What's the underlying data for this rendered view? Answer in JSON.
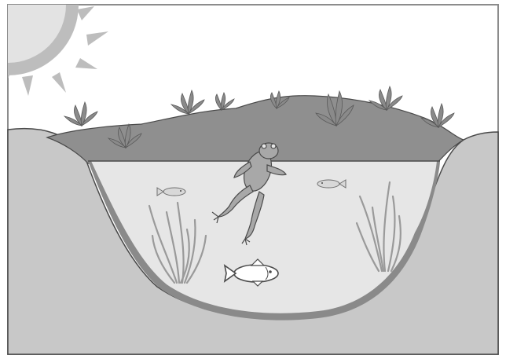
{
  "diagram": {
    "subject": "pond-ecosystem-cross-section",
    "elements": [
      "sun",
      "bank-plants",
      "pond-water",
      "frog",
      "small-fish-left",
      "small-fish-right",
      "large-fish",
      "underwater-plants-left",
      "underwater-plants-right",
      "ground",
      "pond-bed"
    ]
  },
  "colors": {
    "sky": "#ffffff",
    "sun": "#bdbdbd",
    "sun_core": "#e3e3e3",
    "ground": "#c8c8c8",
    "bank": "#8f8f8f",
    "water": "#e6e6e6",
    "pond_bed": "#8a8a8a",
    "plant": "#9a9a9a",
    "plant_dark": "#6f6f6f",
    "outline": "#4a4a4a",
    "frame": "#8c8c8c"
  }
}
